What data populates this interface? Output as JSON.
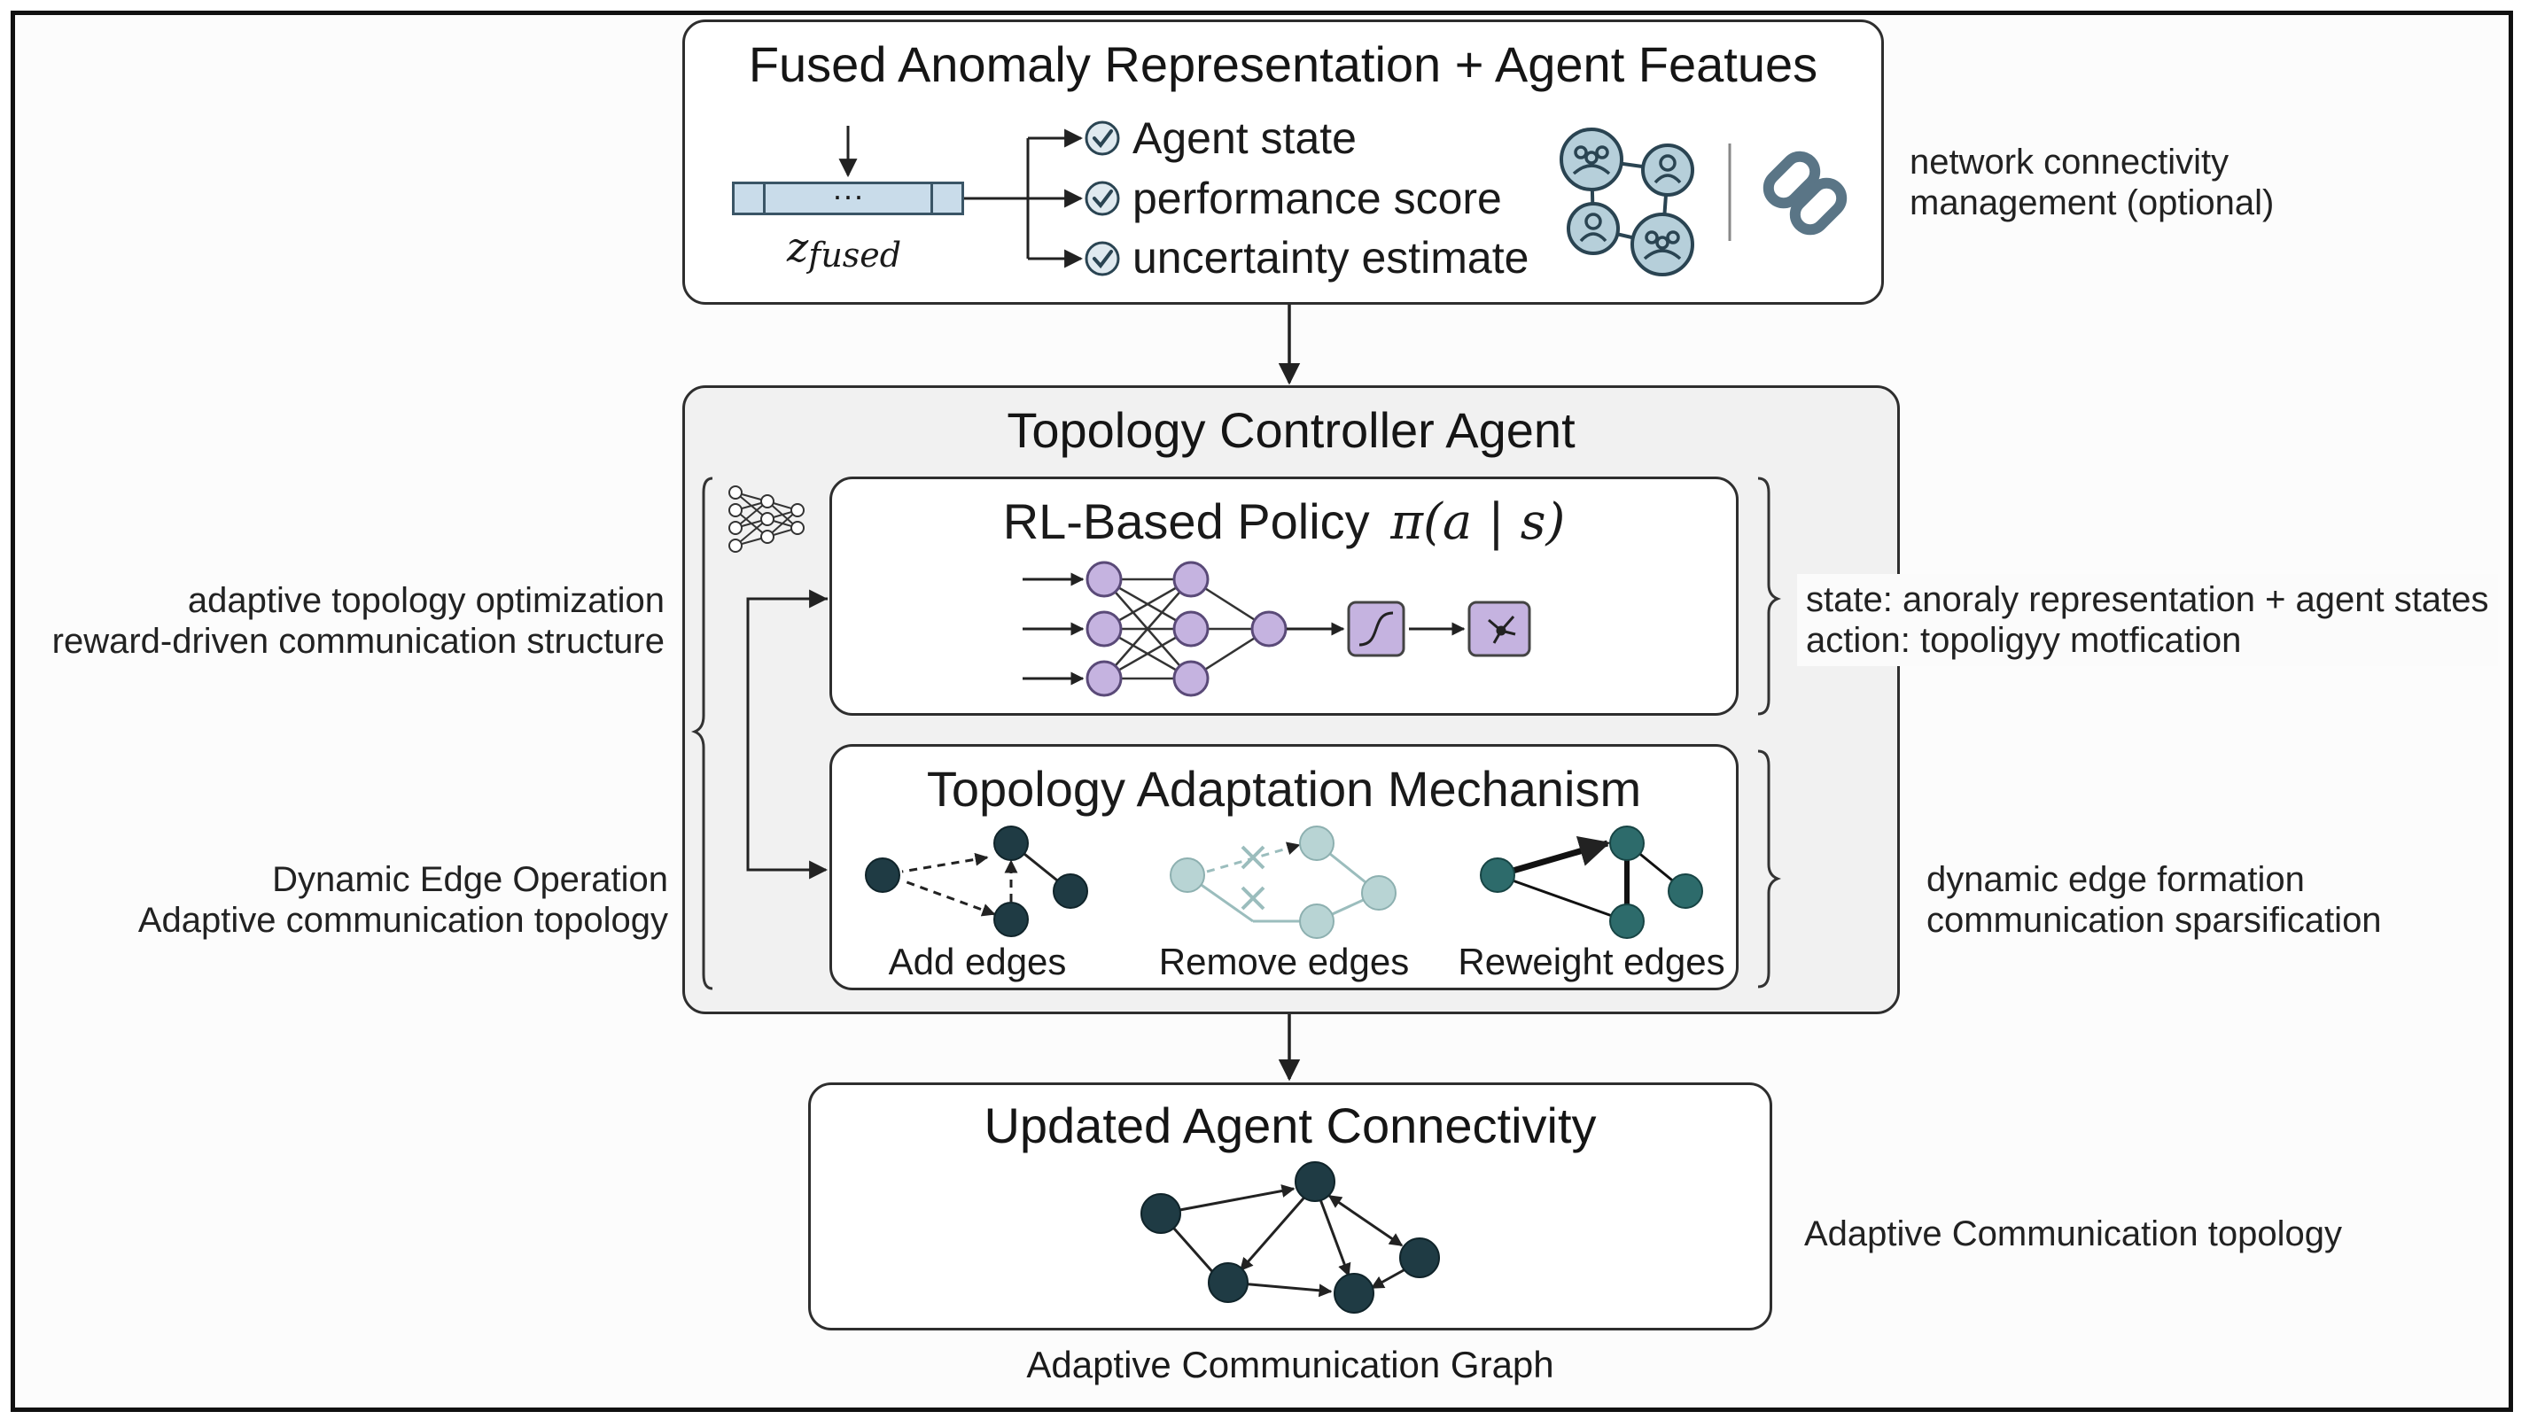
{
  "top": {
    "title": "Fused Anomaly Representation + Agent Featues",
    "vector_dots": "···",
    "vector_label": "z",
    "vector_sub": "fused",
    "checks": [
      "Agent state",
      "performance score",
      "uncertainty estimate"
    ],
    "side_note": [
      "network connectivity",
      "management (optional)"
    ],
    "icons": [
      "check-icon",
      "people-group-icon",
      "person-icon",
      "link-icon"
    ]
  },
  "controller": {
    "title": "Topology Controller Agent",
    "left_notes_policy": [
      "adaptive topology optimization",
      "reward-driven communication structure"
    ],
    "left_notes_adapt": [
      "Dynamic Edge Operation",
      "Adaptive communication topology"
    ],
    "right_notes_policy": [
      "state: anoraly representation + agent states",
      "action: topoligyy motfication"
    ],
    "right_notes_adapt": [
      "dynamic edge formation",
      "communication sparsification"
    ],
    "policy": {
      "title_text": "RL-Based Policy",
      "title_math": "π(a | s)",
      "icons": [
        "neural-network-icon",
        "sigmoid-icon",
        "action-icon"
      ]
    },
    "adaptation": {
      "title": "Topology Adaptation Mechanism",
      "ops": [
        "Add edges",
        "Remove edges",
        "Reweight edges"
      ]
    }
  },
  "output": {
    "title": "Updated Agent Connectivity",
    "side_note": "Adaptive Communication topology",
    "caption": "Adaptive Communication Graph"
  },
  "colors": {
    "node_dark": "#1f3b44",
    "node_teal": "#2d6b6b",
    "node_purple": "#c5b3e0",
    "node_light": "#b8d4d4",
    "vector_fill": "#c9dcea"
  }
}
